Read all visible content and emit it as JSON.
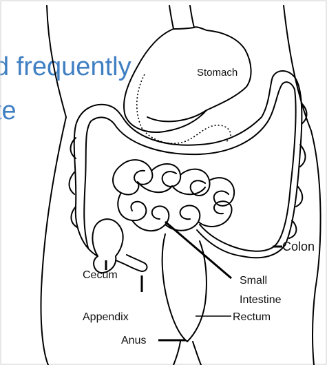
{
  "background_slide_text": {
    "line1": "d frequently",
    "line2": "te",
    "color": "#3f7fc2"
  },
  "labels": {
    "stomach": "Stomach",
    "colon": "Colon",
    "small_intestine_line1": "Small",
    "small_intestine_line2": "Intestine",
    "rectum": "Rectum",
    "cecum": "Cecum",
    "appendix": "Appendix",
    "anus": "Anus"
  }
}
